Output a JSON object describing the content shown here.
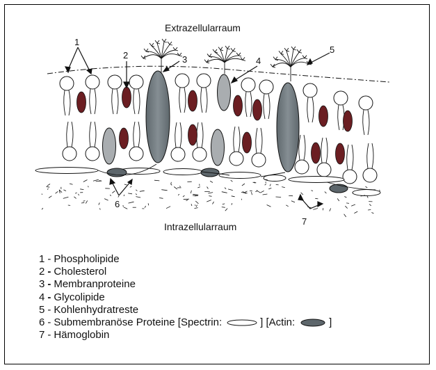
{
  "labels": {
    "extracellular": "Extrazellularraum",
    "intracellular": "Intrazellularraum",
    "n1": "1",
    "n2": "2",
    "n3": "3",
    "n4": "4",
    "n5": "5",
    "n6": "6",
    "n7": "7"
  },
  "legend": [
    {
      "num": "1",
      "sep": "-",
      "text": "Phospholipide"
    },
    {
      "num": "2",
      "sep": "-",
      "text": "Cholesterol"
    },
    {
      "num": "3",
      "sep": "-",
      "text": "Membranproteine"
    },
    {
      "num": "4",
      "sep": "-",
      "text": "Glycolipide"
    },
    {
      "num": "5",
      "sep": "-",
      "text": "Kohlenhydratreste"
    },
    {
      "num": "6",
      "sep": "-",
      "text": "Submembranöse Proteine [Spectrin:",
      "text2": "] [Actin:",
      "text3": "]"
    },
    {
      "num": "7",
      "sep": "-",
      "text": "Hämoglobin"
    }
  ],
  "colors": {
    "cholesterol": "#6b1e22",
    "protein": "#707a80",
    "glycolipid": "#a9adb0",
    "actin": "#5d666b",
    "line": "#111111"
  }
}
